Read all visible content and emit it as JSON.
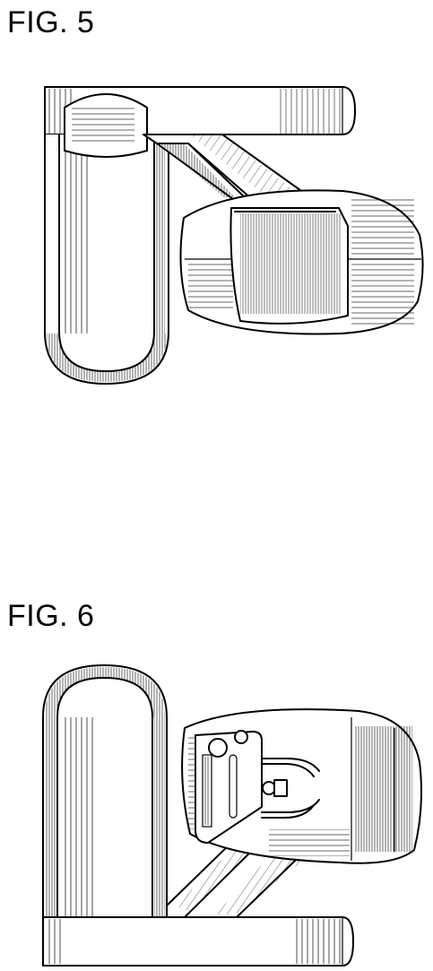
{
  "figures": [
    {
      "label": "FIG. 5",
      "view": "figure-5-drawing"
    },
    {
      "label": "FIG. 6",
      "view": "figure-6-drawing"
    }
  ]
}
